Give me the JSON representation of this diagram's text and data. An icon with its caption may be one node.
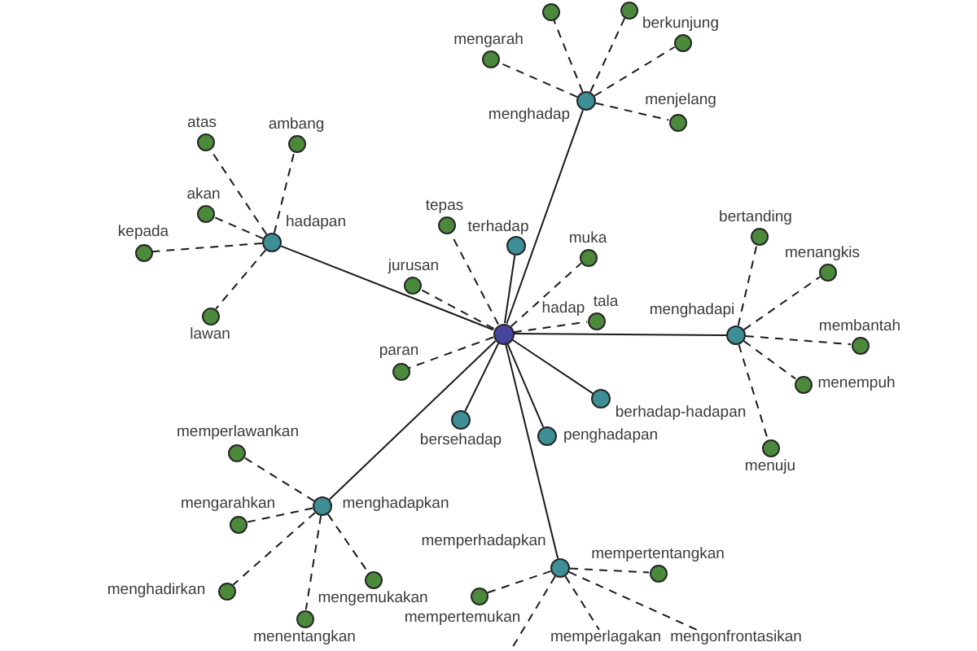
{
  "diagram": {
    "nodes": [
      {
        "text": [
          "hadap"
        ]
      },
      {
        "text": [
          "menghadap"
        ]
      },
      {
        "text": [
          "hadapan"
        ]
      },
      {
        "text": [
          "terhadap"
        ]
      },
      {
        "text": [
          "menghadapi"
        ]
      },
      {
        "text": [
          "berhadap-hadapan"
        ]
      },
      {
        "text": [
          "bersehadap"
        ]
      },
      {
        "text": [
          "penghadapan"
        ]
      },
      {
        "text": [
          "menghadapkan"
        ]
      },
      {
        "text": [
          "memperhadapkan"
        ]
      },
      {
        "text": [
          "tepas"
        ]
      },
      {
        "text": [
          "muka"
        ]
      },
      {
        "text": [
          "jurusan"
        ]
      },
      {
        "text": [
          "tala"
        ]
      },
      {
        "text": [
          "paran"
        ]
      },
      {
        "text": [],
        "shape": "circle"
      },
      {
        "text": [],
        "shape": "circle"
      },
      {
        "text": [
          "mengarah"
        ]
      },
      {
        "text": [
          "berkunjung"
        ]
      },
      {
        "text": [
          "menjelang"
        ]
      },
      {
        "text": [
          "atas"
        ]
      },
      {
        "text": [
          "ambang"
        ]
      },
      {
        "text": [
          "akan"
        ]
      },
      {
        "text": [
          "kepada"
        ]
      },
      {
        "text": [
          "lawan"
        ]
      },
      {
        "text": [
          "bertanding"
        ]
      },
      {
        "text": [
          "menangkis"
        ]
      },
      {
        "text": [
          "membantah"
        ]
      },
      {
        "text": [
          "menempuh"
        ]
      },
      {
        "text": [
          "menuju"
        ]
      },
      {
        "text": [
          "memperlawankan"
        ]
      },
      {
        "text": [
          "mengarahkan"
        ]
      },
      {
        "text": [
          "menghadirkan"
        ]
      },
      {
        "text": [
          "menentangkan"
        ]
      },
      {
        "text": [
          "mengemukakan"
        ]
      },
      {
        "text": [
          "mempertentangkan"
        ]
      },
      {
        "text": [
          "mempertemukan"
        ]
      },
      {
        "text": [
          "memperlagakan"
        ]
      },
      {
        "text": [
          "mengonfrontasikan"
        ]
      }
    ],
    "edges": [
      {
        "from": 0,
        "to": 1,
        "arrow": "none"
      },
      {
        "from": 0,
        "to": 2,
        "arrow": "none"
      },
      {
        "from": 0,
        "to": 3,
        "arrow": "none"
      },
      {
        "from": 0,
        "to": 4,
        "arrow": "none"
      },
      {
        "from": 0,
        "to": 5,
        "arrow": "none"
      },
      {
        "from": 0,
        "to": 6,
        "arrow": "none"
      },
      {
        "from": 0,
        "to": 7,
        "arrow": "none"
      },
      {
        "from": 0,
        "to": 8,
        "arrow": "none"
      },
      {
        "from": 0,
        "to": 9,
        "arrow": "none"
      },
      {
        "from": 0,
        "to": 10,
        "arrow": "none",
        "style": "dashed"
      },
      {
        "from": 0,
        "to": 11,
        "arrow": "none",
        "style": "dashed"
      },
      {
        "from": 0,
        "to": 12,
        "arrow": "none",
        "style": "dashed"
      },
      {
        "from": 0,
        "to": 13,
        "arrow": "none",
        "style": "dashed"
      },
      {
        "from": 0,
        "to": 14,
        "arrow": "none",
        "style": "dashed"
      },
      {
        "from": 1,
        "to": 15,
        "arrow": "none",
        "style": "dashed"
      },
      {
        "from": 1,
        "to": 16,
        "arrow": "none",
        "style": "dashed"
      },
      {
        "from": 1,
        "to": 17,
        "arrow": "none",
        "style": "dashed"
      },
      {
        "from": 1,
        "to": 18,
        "arrow": "none",
        "style": "dashed"
      },
      {
        "from": 1,
        "to": 19,
        "arrow": "none",
        "style": "dashed"
      },
      {
        "from": 2,
        "to": 20,
        "arrow": "none",
        "style": "dashed"
      },
      {
        "from": 2,
        "to": 21,
        "arrow": "none",
        "style": "dashed"
      },
      {
        "from": 2,
        "to": 22,
        "arrow": "none",
        "style": "dashed"
      },
      {
        "from": 2,
        "to": 23,
        "arrow": "none",
        "style": "dashed"
      },
      {
        "from": 2,
        "to": 24,
        "arrow": "none",
        "style": "dashed"
      },
      {
        "from": 4,
        "to": 25,
        "arrow": "none",
        "style": "dashed"
      },
      {
        "from": 4,
        "to": 26,
        "arrow": "none",
        "style": "dashed"
      },
      {
        "from": 4,
        "to": 27,
        "arrow": "none",
        "style": "dashed"
      },
      {
        "from": 4,
        "to": 28,
        "arrow": "none",
        "style": "dashed"
      },
      {
        "from": 4,
        "to": 29,
        "arrow": "none",
        "style": "dashed"
      },
      {
        "from": 8,
        "to": 30,
        "arrow": "none",
        "style": "dashed"
      },
      {
        "from": 8,
        "to": 31,
        "arrow": "none",
        "style": "dashed"
      },
      {
        "from": 8,
        "to": 32,
        "arrow": "none",
        "style": "dashed"
      },
      {
        "from": 8,
        "to": 33,
        "arrow": "none",
        "style": "dashed"
      },
      {
        "from": 8,
        "to": 34,
        "arrow": "none",
        "style": "dashed"
      },
      {
        "from": 9,
        "to": 35,
        "arrow": "none",
        "style": "dashed"
      },
      {
        "from": 9,
        "to": 36,
        "arrow": "none",
        "style": "dashed"
      },
      {
        "from": 9,
        "to": null,
        "arrow": "none",
        "style": "dashed"
      },
      {
        "from": 9,
        "to": 37,
        "arrow": "none",
        "style": "dashed"
      },
      {
        "from": 9,
        "to": 38,
        "arrow": "none",
        "style": "dashed"
      }
    ]
  }
}
